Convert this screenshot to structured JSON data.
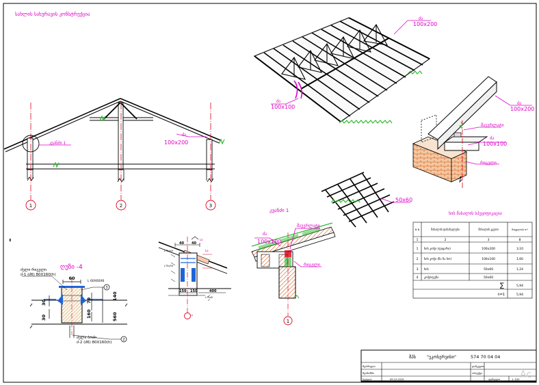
{
  "header_title": "სახლის სახურავის კონსტრუქცია",
  "tags": {
    "b100x200": "100x200",
    "b100x100": "100x100",
    "b50x60": "50x60",
    "mark_big": "ძა",
    "mauerlat": "მაუერლატი",
    "rigeli": "რიგელი",
    "knot": "კვანძი 1",
    "knot_title": "კვანძი 1"
  },
  "axes": [
    "1",
    "2",
    "3"
  ],
  "section_title": "ღუზი -4",
  "section_dims": {
    "w60": "60",
    "d30a": "30",
    "d30b": "30",
    "h160": "160",
    "h70": "70",
    "h140": "140",
    "h560": "560"
  },
  "section_notes": {
    "top1": "ძელი რიგელი",
    "top2": "ძ-1 (ძ6) 80X160(h)",
    "bot1": "ძელი ბოძი",
    "bot2": "ძ-2 (ძ6) 80X160(h)",
    "small_label": "L 60X60X6",
    "callout_a": "3",
    "callout_b": "2"
  },
  "detail_dims": {
    "d40a": "40",
    "d40b": "40",
    "d150a": "150",
    "d150b": "150",
    "d400": "400"
  },
  "table": {
    "title": "ხის მასალის სპეციფიკაცია",
    "headers": [
      "N N",
      "მასალის დასახელება",
      "მასალის კვეთი",
      "მოცულობა m³"
    ],
    "index_row": [
      "1",
      "2",
      "3",
      "8"
    ],
    "rows": [
      [
        "1",
        "ხის კოჭი (ფიცარი)",
        "100x200",
        "3,10"
      ],
      [
        "2",
        "ხის კოჭი (ნა ნა ხო)",
        "100x100",
        "1,60"
      ],
      [
        "3",
        "ხის",
        "50x60",
        "1,24"
      ],
      [
        "4",
        "კოჭოფენა",
        "50x60",
        ""
      ]
    ],
    "sum_symbol": "∑",
    "sum_value": "5,94",
    "n_label": "n=1",
    "n_value": "5,94"
  },
  "title_block": {
    "prefix": "შპს",
    "company": "\"ეკოსერვისი\"",
    "phone": "574 70 04 04",
    "row_label1": "შეასრულა",
    "row_label2": "შეამოწმა",
    "row_label3": "სტადია",
    "right_label1": "დამკვეთი",
    "right_label2": "ობიექტი",
    "date": "09.12.2019",
    "sheet_label": "ფურცელი",
    "scale": "1 :100"
  },
  "watermark": "Ac",
  "colors": {
    "magenta": "#e000c8",
    "red": "#e0001a",
    "green": "#2eb82e",
    "cyan": "#00a8e0",
    "brick": "#d9703a",
    "steel": "#1e64d8"
  }
}
